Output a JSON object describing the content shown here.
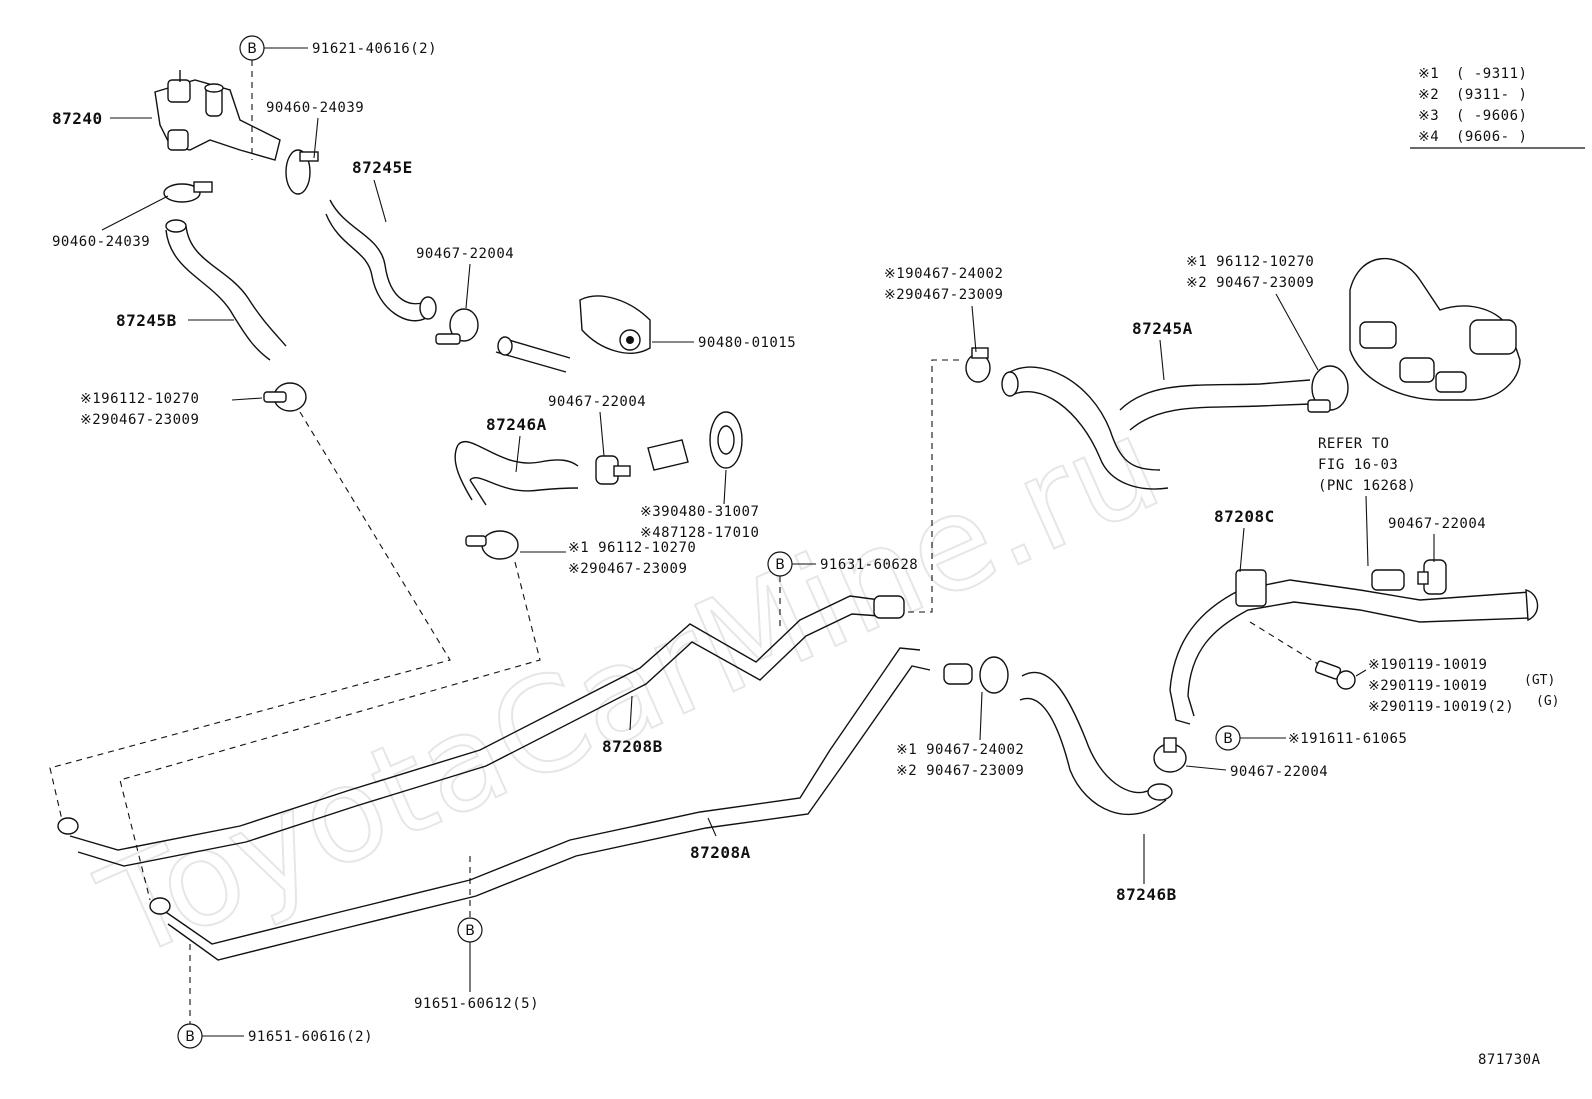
{
  "watermark": "ToyotaCarMine.ru",
  "figure_id": "871730A",
  "legend": [
    {
      "mark": "※1",
      "range": "(      -9311)"
    },
    {
      "mark": "※2",
      "range": "(9311-      )"
    },
    {
      "mark": "※3",
      "range": "(      -9606)"
    },
    {
      "mark": "※4",
      "range": "(9606-      )"
    }
  ],
  "bolt_marker": "B",
  "parts": {
    "p87240": "87240",
    "p87245E": "87245E",
    "p87245B": "87245B",
    "p87245A": "87245A",
    "p87246A": "87246A",
    "p87246B": "87246B",
    "p87208A": "87208A",
    "p87208B": "87208B",
    "p87208C": "87208C"
  },
  "callouts": {
    "b_91621": "91621-40616(2)",
    "c_90460_top": "90460-24039",
    "c_90460_left": "90460-24039",
    "c_90467_22004_a": "90467-22004",
    "c_90480_01015": "90480-01015",
    "c_90467_22004_b": "90467-22004",
    "c_left_1": "※196112-10270",
    "c_left_2": "※290467-23009",
    "c_mid_3": "※390480-31007",
    "c_mid_4": "※487128-17010",
    "c_mid2_1": "※1 96112-10270",
    "c_mid2_2": "※290467-23009",
    "b_91631": "91631-60628",
    "c_top_mid_1": "※190467-24002",
    "c_top_mid_2": "※290467-23009",
    "c_right_1": "※1 96112-10270",
    "c_right_2": "※2 90467-23009",
    "refer_1": "REFER TO",
    "refer_2": "FIG 16-03",
    "refer_3": "(PNC 16268)",
    "c_90467_22004_c": "90467-22004",
    "c_bolt_1": "※190119-10019",
    "c_bolt_1b": "(GT)",
    "c_bolt_2": "※290119-10019",
    "c_bolt_2b": "(G)",
    "c_bolt_3": "※290119-10019(2)",
    "b_91611": "※191611-61065",
    "c_90467_22004_d": "90467-22004",
    "c_low_1": "※1 90467-24002",
    "c_low_2": "※2 90467-23009",
    "b_91651_5": "91651-60612(5)",
    "b_91651_2": "91651-60616(2)"
  }
}
